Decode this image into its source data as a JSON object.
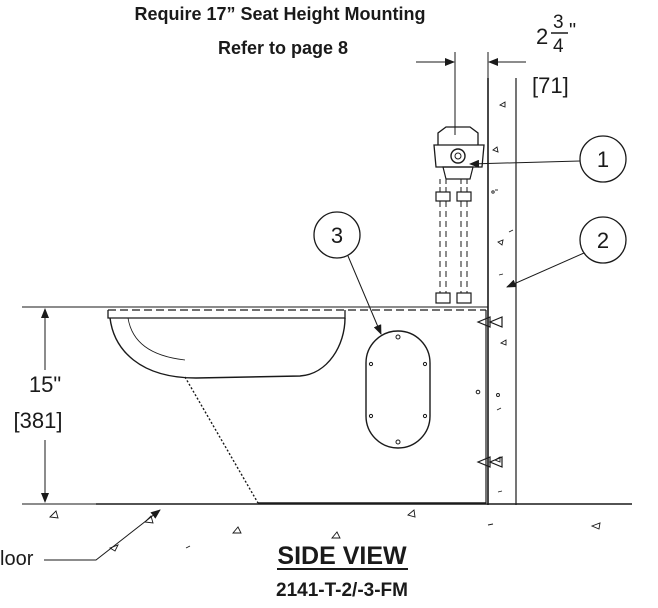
{
  "note": {
    "line1": "Require 17” Seat Height Mounting",
    "line2": "Refer to page 8"
  },
  "dims": {
    "wall_whole": "2",
    "wall_num": "3",
    "wall_den": "4",
    "wall_unit": "\"",
    "wall_mm": "[71]",
    "height_in": "15\"",
    "height_mm": "[381]"
  },
  "callouts": [
    "1",
    "2",
    "3"
  ],
  "labels": {
    "floor": "loor",
    "view_title": "SIDE VIEW",
    "model": "2141-T-2/-3-FM"
  }
}
